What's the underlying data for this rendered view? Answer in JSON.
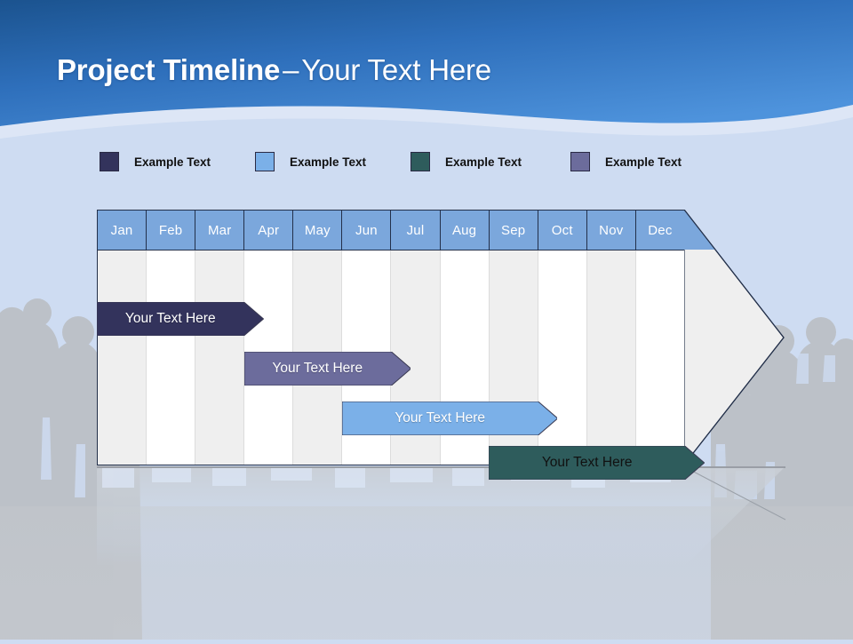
{
  "slide": {
    "title_bold": "Project Timeline",
    "title_dash": "–",
    "title_light": "Your Text Here",
    "banner_color_top": "#1F5FA8",
    "banner_color_bottom": "#3C83D4",
    "background_color": "#CEDCF2"
  },
  "legend": {
    "items": [
      {
        "label": "Example Text",
        "color": "#33335C",
        "x": 0
      },
      {
        "label": "Example Text",
        "color": "#7BB0E8",
        "x": 175
      },
      {
        "label": "Example Text",
        "color": "#2E5C5C",
        "x": 350
      },
      {
        "label": "Example Text",
        "color": "#6C6C9C",
        "x": 530
      }
    ]
  },
  "chart_data": {
    "type": "bar",
    "title": "Project Timeline",
    "categories": [
      "Jan",
      "Feb",
      "Mar",
      "Apr",
      "May",
      "Jun",
      "Jul",
      "Aug",
      "Sep",
      "Oct",
      "Nov",
      "Dec"
    ],
    "xlabel": "",
    "ylabel": "",
    "grid": true,
    "legend_position": "top",
    "series": [
      {
        "name": "Example Text",
        "label": "Your  Text Here",
        "color": "#33335C",
        "text_color": "#FFFFFF",
        "start_month": "Jan",
        "end_month": "Mar",
        "start_index": 0,
        "end_index": 3,
        "row": 0
      },
      {
        "name": "Example Text",
        "label": "Your  Text Here",
        "color": "#6C6C9C",
        "text_color": "#FFFFFF",
        "start_month": "Apr",
        "end_month": "May",
        "start_index": 3,
        "end_index": 6,
        "row": 1
      },
      {
        "name": "Example Text",
        "label": "Your  Text Here",
        "color": "#7BB0E8",
        "text_color": "#FFFFFF",
        "start_month": "Jun",
        "end_month": "Aug",
        "start_index": 5,
        "end_index": 9,
        "row": 2
      },
      {
        "name": "Example Text",
        "label": "Your  Text Here",
        "color": "#2E5C5C",
        "text_color": "#111111",
        "start_month": "Sep",
        "end_month": "Dec",
        "start_index": 8,
        "end_index": 12,
        "row": 3
      }
    ],
    "header_color": "#7BA7DC",
    "stripe_color": "#EFEFEF",
    "arrowhead_color": "#EFEFEF"
  },
  "months": [
    {
      "label": "Jan"
    },
    {
      "label": "Feb"
    },
    {
      "label": "Mar"
    },
    {
      "label": "Apr"
    },
    {
      "label": "May"
    },
    {
      "label": "Jun"
    },
    {
      "label": "Jul"
    },
    {
      "label": "Aug"
    },
    {
      "label": "Sep"
    },
    {
      "label": "Oct"
    },
    {
      "label": "Nov"
    },
    {
      "label": "Dec"
    }
  ]
}
